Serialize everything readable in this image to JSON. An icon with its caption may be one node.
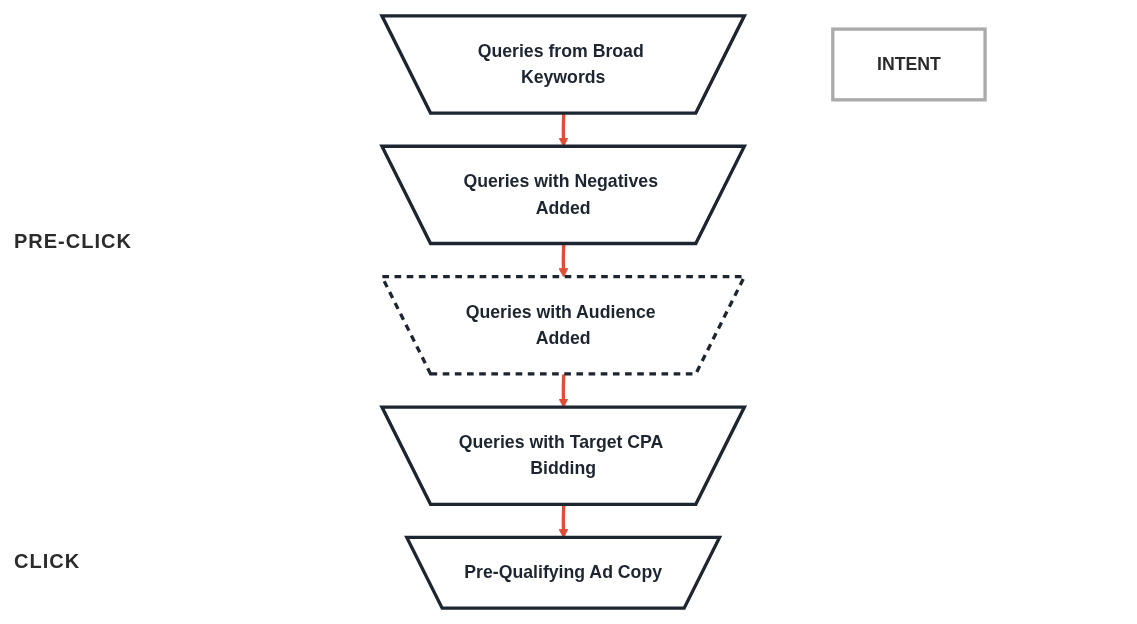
{
  "diagram": {
    "nodes": [
      {
        "text": [
          "Queries from Broad Keywords"
        ]
      },
      {
        "text": [
          "Queries with Negatives Added"
        ]
      },
      {
        "text": [
          "Queries with Audience Added"
        ]
      },
      {
        "text": [
          "Queries with Target CPA Bidding"
        ]
      },
      {
        "text": [
          "Pre-Qualifying Ad Copy"
        ]
      },
      {
        "text": [
          "INTENT"
        ]
      }
    ],
    "edges": [
      {
        "from": 0,
        "to": 1,
        "arrow": "to"
      },
      {
        "from": 1,
        "to": 2,
        "arrow": "to"
      },
      {
        "from": 2,
        "to": 3,
        "arrow": "to"
      },
      {
        "from": 3,
        "to": 4,
        "arrow": "to"
      }
    ],
    "labels": [
      "PRE-CLICK",
      "CLICK"
    ]
  }
}
